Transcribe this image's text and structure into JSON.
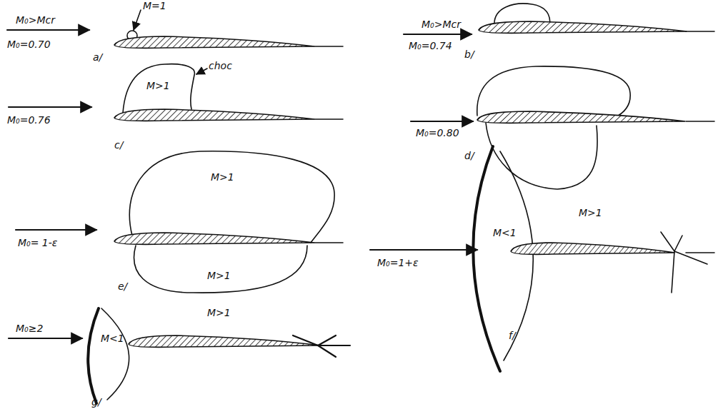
{
  "diagram": {
    "labels": [
      "M₀>Mcr",
      "M₀=0.70",
      "M=1",
      "a/",
      "M₀>Mcr",
      "M₀=0.74",
      "b/",
      "M>1",
      "choc",
      "M₀=0.76",
      "c/",
      "M₀=0.80",
      "d/",
      "M>1",
      "M>1",
      "M₀= 1-ε",
      "e/",
      "M<1",
      "M>1",
      "M₀=1+ε",
      "f/",
      "M<1",
      "M>1",
      "M₀≥2",
      "g/"
    ]
  }
}
